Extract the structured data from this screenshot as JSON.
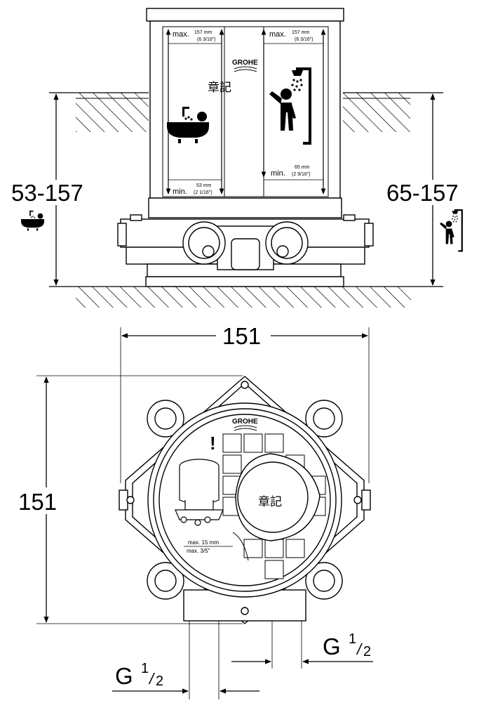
{
  "side_view": {
    "bath_range": "53-157",
    "shower_range": "65-157",
    "box_left": {
      "max_label": "max.",
      "max_mm": "157 mm",
      "max_in": "(6 3/16\")",
      "min_label": "min.",
      "min_mm": "53 mm",
      "min_in": "(2 1/16\")"
    },
    "box_right": {
      "max_label": "max.",
      "max_mm": "157 mm",
      "max_in": "(6 3/16\")",
      "min_label": "min.",
      "min_mm": "65 mm",
      "min_in": "(2 9/16\")"
    },
    "brand": "GROHE",
    "stamp_text": "章記"
  },
  "top_view": {
    "width": "151",
    "height": "151",
    "brand": "GROHE",
    "stamp_text": "章記",
    "warning": "!",
    "note_line1": "max. 15 mm",
    "note_line2": "max. 3/5\""
  },
  "connections": {
    "right": {
      "g": "G",
      "num": "1",
      "den": "2"
    },
    "left": {
      "g": "G",
      "num": "1",
      "den": "2"
    }
  },
  "icons": [
    "bathtub-icon",
    "shower-icon"
  ]
}
